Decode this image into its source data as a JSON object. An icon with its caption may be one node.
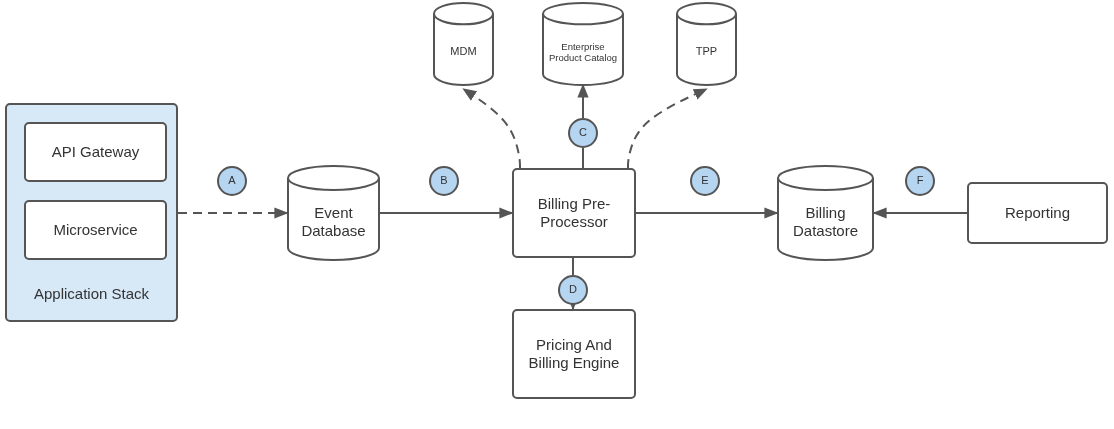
{
  "diagram": {
    "nodes": [
      {
        "text": [
          "Application Stack"
        ]
      },
      {
        "text": [
          "API Gateway"
        ],
        "in": 0
      },
      {
        "text": [
          "Microservice"
        ],
        "in": 0
      },
      {
        "text": [
          "Event Database"
        ]
      },
      {
        "text": [
          "Billing Pre-Processor"
        ]
      },
      {
        "text": [
          "MDM"
        ]
      },
      {
        "text": [
          "Enterprise Product Catalog"
        ]
      },
      {
        "text": [
          "TPP"
        ]
      },
      {
        "text": [
          "Pricing And Billing Engine"
        ]
      },
      {
        "text": [
          "Billing Datastore"
        ]
      },
      {
        "text": [
          "Reporting"
        ]
      },
      {
        "text": [
          "A"
        ]
      },
      {
        "text": [
          "B"
        ]
      },
      {
        "text": [
          "C"
        ]
      },
      {
        "text": [
          "D"
        ]
      },
      {
        "text": [
          "E"
        ]
      },
      {
        "text": [
          "F"
        ]
      }
    ],
    "edges": [
      {
        "from": 0,
        "to": 3,
        "arrow": "to",
        "style": "dashed"
      },
      {
        "from": 3,
        "to": 4,
        "arrow": "to"
      },
      {
        "from": 4,
        "to": 5,
        "arrow": "to",
        "style": "dashed"
      },
      {
        "from": 4,
        "to": 13,
        "arrow": "none"
      },
      {
        "from": 13,
        "to": 6,
        "arrow": "to"
      },
      {
        "from": 4,
        "to": 7,
        "arrow": "to",
        "style": "dashed"
      },
      {
        "from": 4,
        "to": 14,
        "arrow": "none"
      },
      {
        "from": 14,
        "to": 8,
        "arrow": "to"
      },
      {
        "from": 4,
        "to": 9,
        "arrow": "to"
      },
      {
        "from": 10,
        "to": 9,
        "arrow": "to"
      }
    ]
  }
}
